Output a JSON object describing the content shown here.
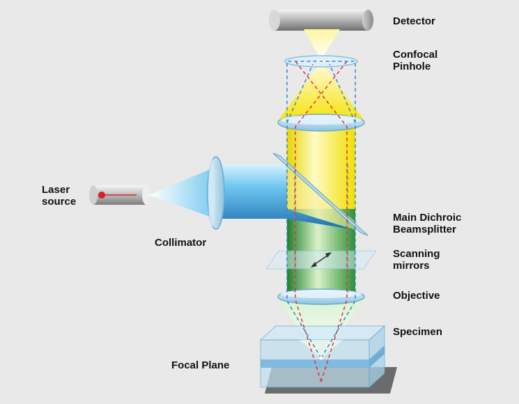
{
  "labels": {
    "detector": "Detector",
    "confocal_pinhole": "Confocal\nPinhole",
    "laser_source": "Laser\nsource",
    "collimator": "Collimator",
    "main_dichroic": "Main Dichroic\nBeamsplitter",
    "scanning_mirrors": "Scanning\nmirrors",
    "objective": "Objective",
    "specimen": "Specimen",
    "focal_plane": "Focal Plane"
  },
  "colors": {
    "background": "#e9e9e9",
    "emission_light": "#fff24a",
    "excitation_light": "#2aa7e0",
    "specimen_light": "#3aa83a",
    "excitation_path": "#e0303a",
    "emission_path": "#3b7fd1",
    "optics": "#9fcde8"
  }
}
